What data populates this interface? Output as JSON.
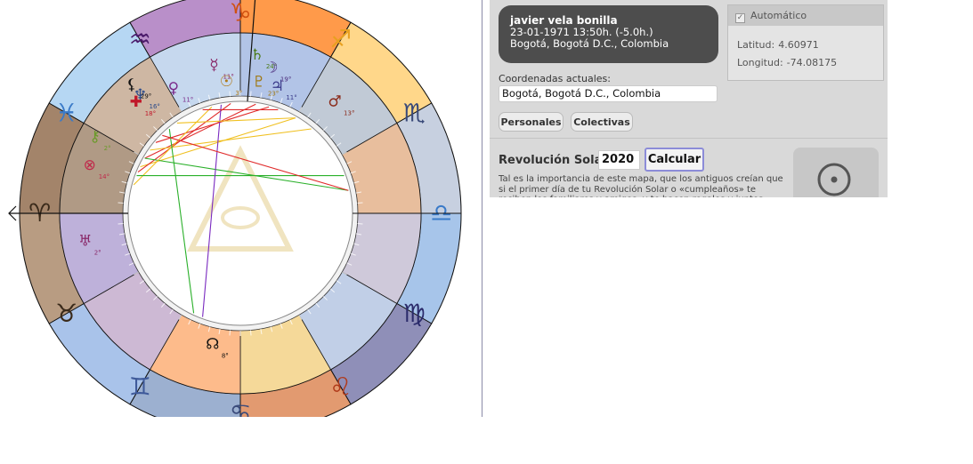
{
  "chart": {
    "signs": [
      {
        "name": "aries",
        "glyph": "♈"
      },
      {
        "name": "taurus",
        "glyph": "♉"
      },
      {
        "name": "gemini",
        "glyph": "♊"
      },
      {
        "name": "cancer",
        "glyph": "♋"
      },
      {
        "name": "leo",
        "glyph": "♌"
      },
      {
        "name": "virgo",
        "glyph": "♍"
      },
      {
        "name": "libra",
        "glyph": "♎"
      },
      {
        "name": "scorpio",
        "glyph": "♏"
      },
      {
        "name": "sagittarius",
        "glyph": "♐"
      },
      {
        "name": "capricorn",
        "glyph": "♑"
      },
      {
        "name": "aquarius",
        "glyph": "♒"
      },
      {
        "name": "pisces",
        "glyph": "♓"
      }
    ],
    "planets": [
      {
        "name": "mercury",
        "glyph": "☿",
        "degree": "11°",
        "color": "#8a2a6a"
      },
      {
        "name": "sun",
        "glyph": "☉",
        "degree": "3°",
        "color": "#b07a18"
      },
      {
        "name": "saturn",
        "glyph": "♄",
        "degree": "24°",
        "color": "#4a7a18"
      },
      {
        "name": "moon-node-venus-moon",
        "glyph": "☽",
        "degree": "19°",
        "color": "#4a2a7a"
      },
      {
        "name": "pluto",
        "glyph": "♇",
        "degree": "23°",
        "color": "#a07a18"
      },
      {
        "name": "jupiter",
        "glyph": "♃",
        "degree": "11°",
        "color": "#3a3a8a"
      },
      {
        "name": "neptune",
        "glyph": "♆",
        "degree": "16°",
        "color": "#2a4a8a"
      },
      {
        "name": "venus",
        "glyph": "♀",
        "degree": "11°",
        "color": "#7a2a8a"
      },
      {
        "name": "black-moon",
        "glyph": "⚸",
        "degree": "29°",
        "color": "#111111"
      },
      {
        "name": "part-of-fortune-cross",
        "glyph": "✚",
        "degree": "18°",
        "color": "#c0182a"
      },
      {
        "name": "chiron",
        "glyph": "⚷",
        "degree": "2°",
        "color": "#6a9a2a"
      },
      {
        "name": "fortune",
        "glyph": "⊗",
        "degree": "14°",
        "color": "#c0284a"
      },
      {
        "name": "uranus",
        "glyph": "♅",
        "degree": "2°",
        "color": "#8a2a6a"
      },
      {
        "name": "mars",
        "glyph": "♂",
        "degree": "13°",
        "color": "#8a2a1a"
      },
      {
        "name": "north-node",
        "glyph": "☊",
        "degree": "8°",
        "color": "#111111"
      }
    ]
  },
  "profile": {
    "name": "javier vela bonilla",
    "datetime": "23-01-1971 13:50h. (-5.0h.)",
    "place": "Bogotá, Bogotá D.C., Colombia"
  },
  "geo": {
    "auto_label": "Automático",
    "lat_label": "Latitud:",
    "lat_value": "4.60971",
    "lon_label": "Longitud:",
    "lon_value": "-74.08175"
  },
  "coords": {
    "label": "Coordenadas actuales:",
    "value": "Bogotá, Bogotá D.C., Colombia"
  },
  "buttons": {
    "personales": "Personales",
    "colectivas": "Colectivas",
    "calcular": "Calcular"
  },
  "revolution": {
    "label": "Revolución Solar",
    "year": "2020",
    "description": "Tal es la importancia de este mapa, que los antiguos creían que si el primer día de tu Revolución Solar o «cumpleaños» te reciben los familiares y amigos, y te hacen regalos y juntos realizáis una fiesta"
  }
}
